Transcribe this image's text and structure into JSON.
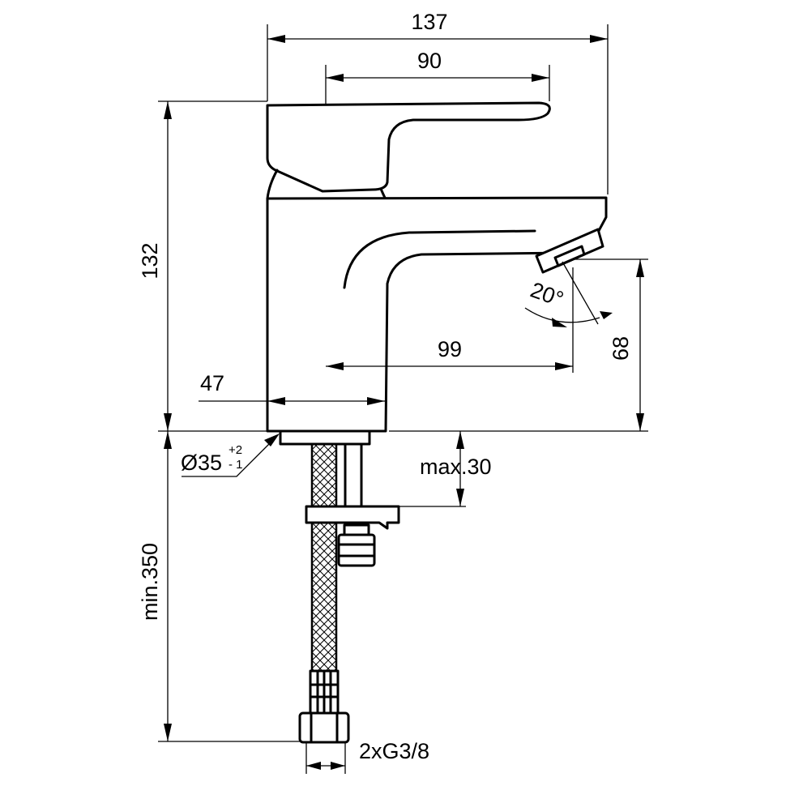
{
  "dimensions": {
    "total_width": "137",
    "lever_length": "90",
    "total_height": "132",
    "spout_reach": "99",
    "center_offset": "47",
    "spout_height": "68",
    "spout_angle": "20°",
    "hole_diameter": "Ø35",
    "hole_tol_upper": "+2",
    "hole_tol_lower": "- 1",
    "max_deck_thickness": "max.30",
    "min_hose_length": "min.350",
    "connection": "2xG3/8"
  }
}
